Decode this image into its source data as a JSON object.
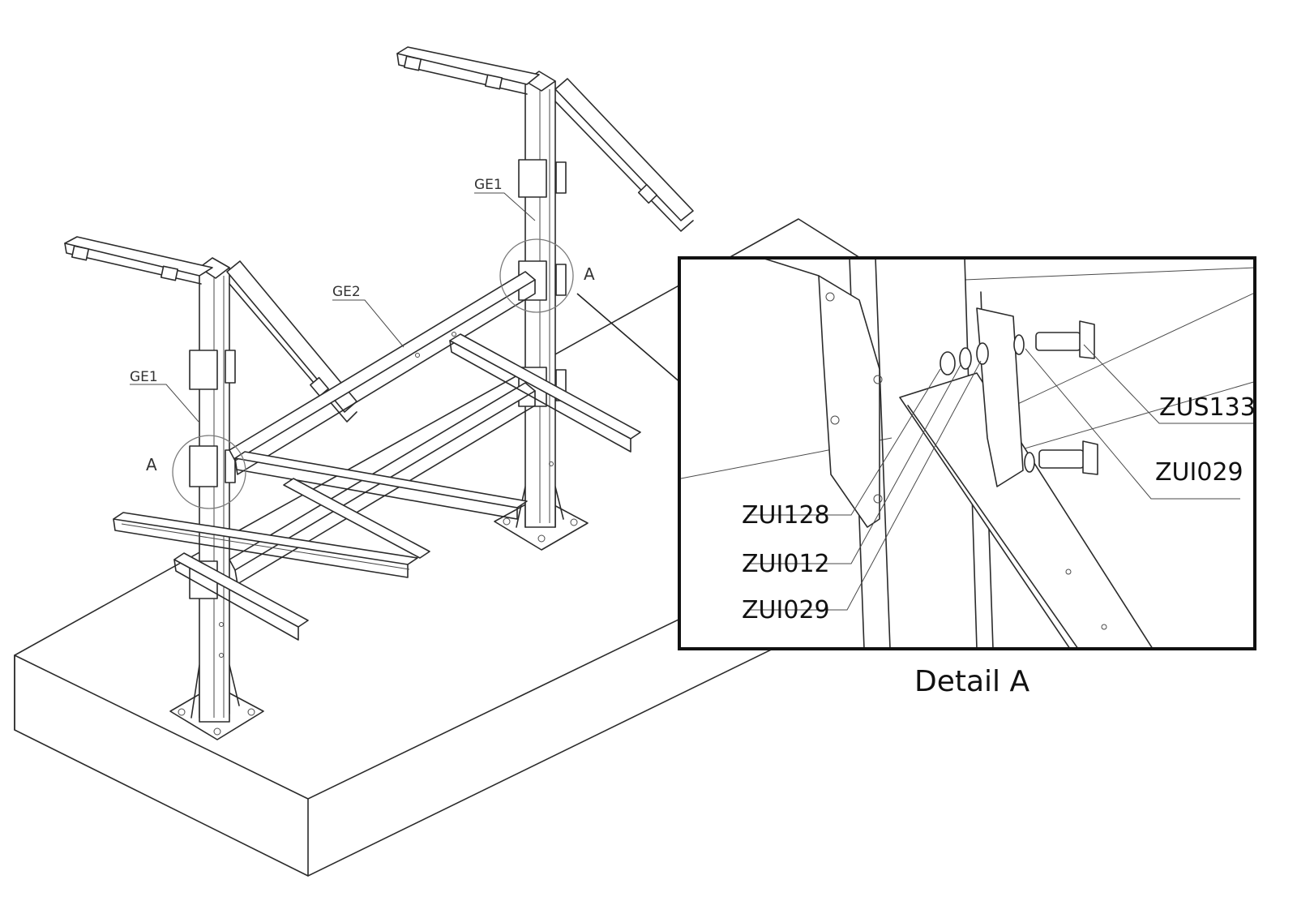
{
  "drawing": {
    "labels": {
      "ge1_right": "GE1",
      "ge1_left": "GE1",
      "ge2": "GE2",
      "a_right": "A",
      "a_left": "A"
    },
    "detail": {
      "title": "Detail A",
      "parts": {
        "zus133": "ZUS133",
        "zui029_right": "ZUI029",
        "zui128": "ZUI128",
        "zui012": "ZUI012",
        "zui029_left": "ZUI029"
      }
    }
  }
}
